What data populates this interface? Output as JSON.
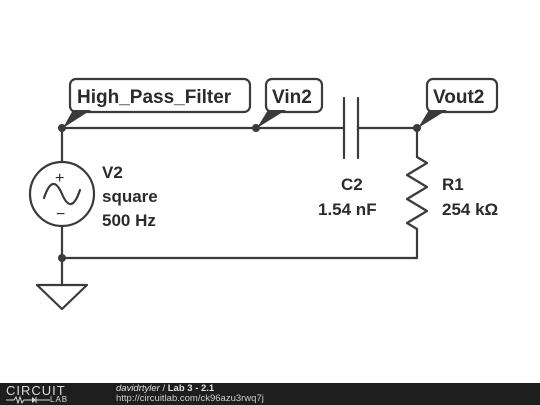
{
  "nets": {
    "high_pass_filter": "High_Pass_Filter",
    "vin2": "Vin2",
    "vout2": "Vout2"
  },
  "source": {
    "name": "V2",
    "type": "square",
    "frequency": "500 Hz",
    "plus": "+",
    "minus": "−"
  },
  "capacitor": {
    "name": "C2",
    "value": "1.54 nF"
  },
  "resistor": {
    "name": "R1",
    "value": "254 kΩ"
  },
  "footer": {
    "logo_top": "CIRCUIT",
    "logo_bottom": "LAB",
    "author": "davidrtyler",
    "separator": " / ",
    "title": "Lab 3 - 2.1",
    "url": "http://circuitlab.com/ck96azu3rwq7j"
  },
  "colors": {
    "wire": "#3a3a3a",
    "footer_bg": "#1e1e1e"
  }
}
